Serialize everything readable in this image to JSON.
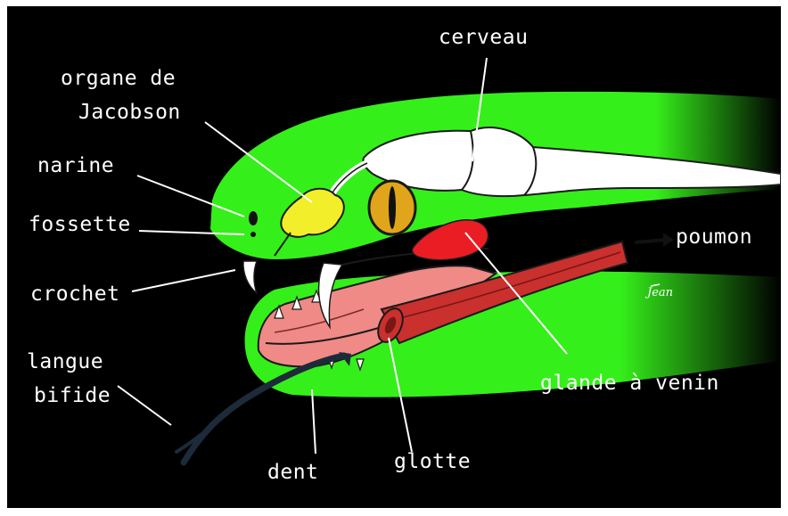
{
  "diagram": {
    "labels": {
      "cerveau": "cerveau",
      "organe_line1": "organe de",
      "organe_line2": "Jacobson",
      "narine": "narine",
      "fossette": "fossette",
      "crochet": "crochet",
      "langue_line1": "langue",
      "langue_line2": "bifide",
      "poumon": "poumon",
      "glande": "glande à venin",
      "dent": "dent",
      "glotte": "glotte"
    },
    "signature": "Jean",
    "colors": {
      "background": "#000000",
      "head": "#35ef1a",
      "brain": "#ffffff",
      "jacobson_organ": "#f2ee2a",
      "venom_gland": "#ea1d24",
      "mouth": "#f08a86",
      "trachea": "#c9302e",
      "eye": "#e0a51a",
      "tongue": "#1d2a3a",
      "label_text": "#ffffff"
    }
  }
}
